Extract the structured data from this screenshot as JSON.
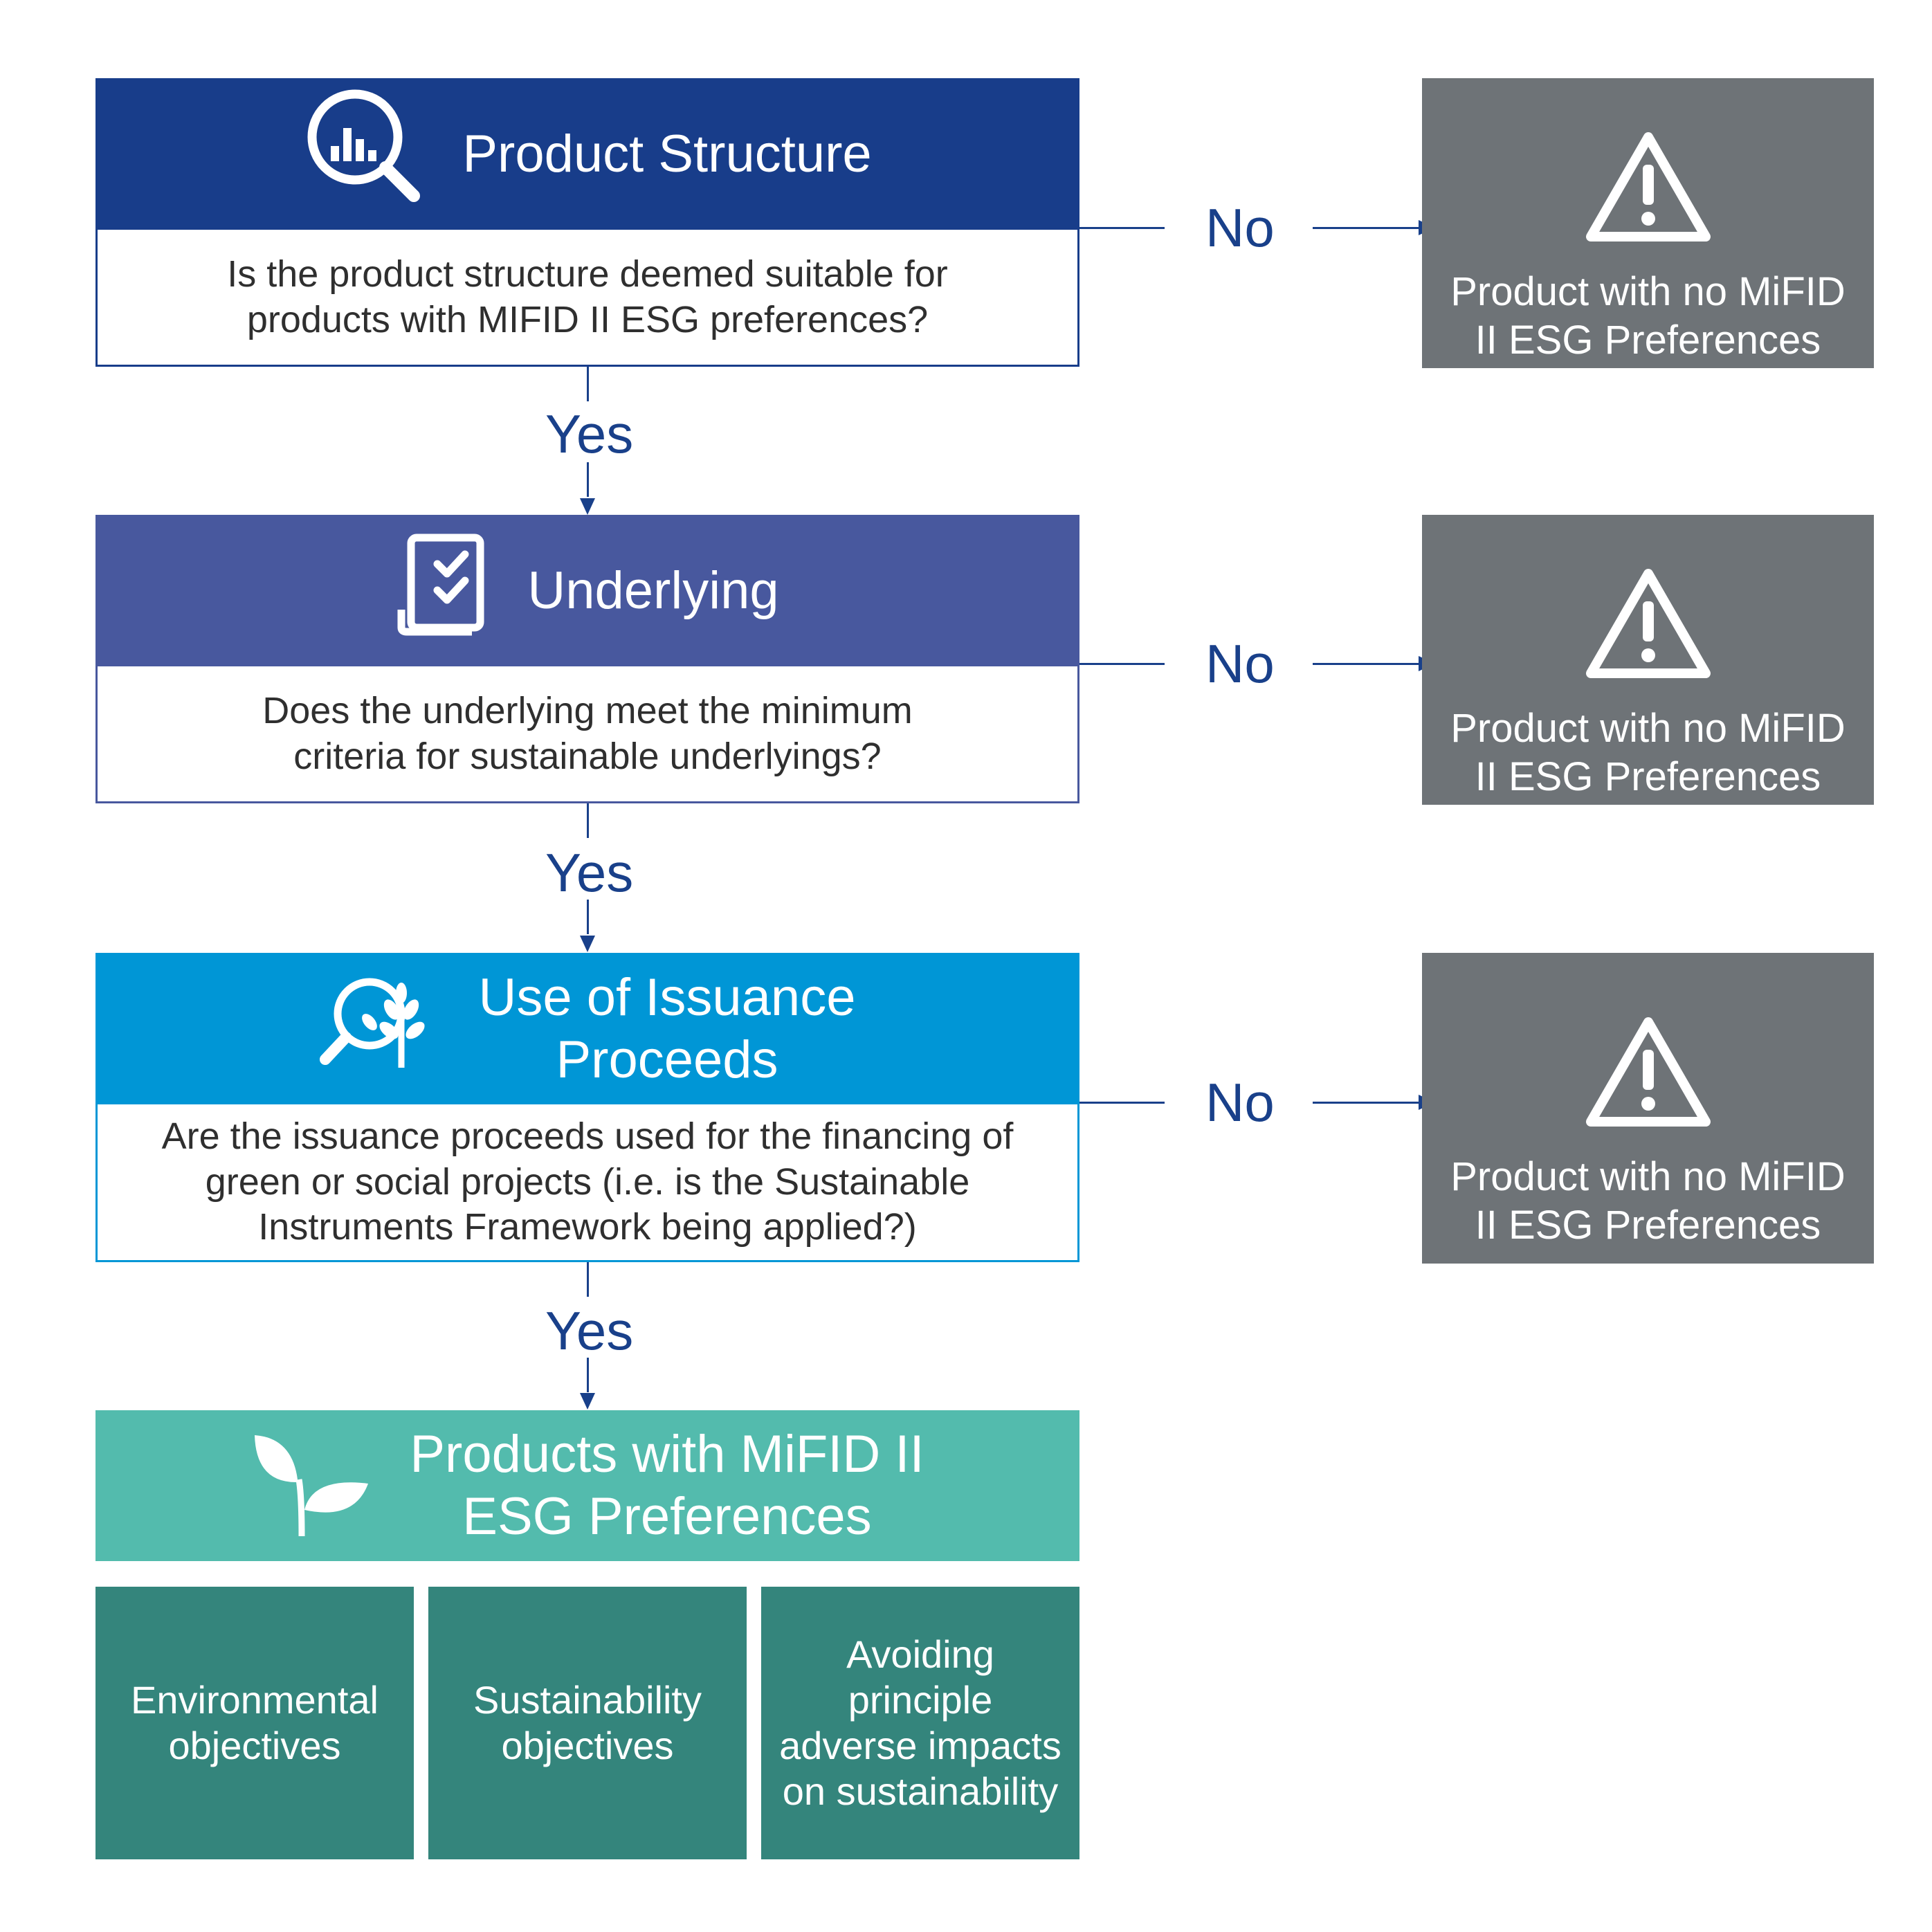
{
  "colors": {
    "step1": "#183d8a",
    "step2": "#48589e",
    "step3": "#0096d6",
    "result": "#53bbad",
    "objective": "#34857c",
    "no_box": "#6e7377",
    "connector": "#19408a"
  },
  "steps": [
    {
      "icon": "magnifier-chart-icon",
      "title": "Product Structure",
      "question": "Is the product structure deemed suitable for\nproducts with MIFID II ESG preferences?",
      "no_label": "No",
      "yes_label": "Yes"
    },
    {
      "icon": "checklist-document-icon",
      "title": "Underlying",
      "question": "Does the underlying meet the minimum\ncriteria for sustainable underlyings?",
      "no_label": "No",
      "yes_label": "Yes"
    },
    {
      "icon": "magnifier-tree-icon",
      "title": "Use of Issuance\nProceeds",
      "question": "Are the issuance proceeds used for the financing of\ngreen or social projects (i.e. is the Sustainable\nInstruments Framework being applied?)",
      "no_label": "No",
      "yes_label": "Yes"
    }
  ],
  "no_outcome": {
    "icon": "warning-icon",
    "text": "Product with no MiFID\nII ESG Preferences"
  },
  "result": {
    "icon": "sprout-icon",
    "title": "Products with MiFID II\nESG Preferences"
  },
  "objectives": [
    "Environmental\nobjectives",
    "Sustainability\nobjectives",
    "Avoiding\nprinciple\nadverse impacts\non sustainability"
  ]
}
